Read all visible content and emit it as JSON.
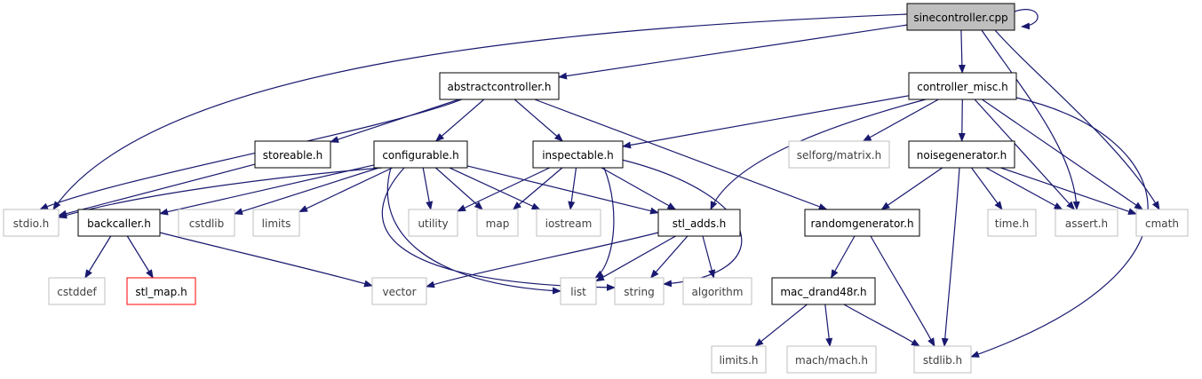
{
  "colors": {
    "edge": "#191970",
    "main_fill": "#bfbfbf",
    "main_stroke": "#000000",
    "documented_stroke": "#000000",
    "undocumented_stroke": "#bfbfbf",
    "missing_stroke": "#ff0000",
    "label_dark": "#000000",
    "label_grey": "#404040"
  },
  "nodes": [
    {
      "id": "sinecontroller",
      "label": "sinecontroller.cpp",
      "kind": "main"
    },
    {
      "id": "abstractcontroller",
      "label": "abstractcontroller.h",
      "kind": "documented"
    },
    {
      "id": "controller_misc",
      "label": "controller_misc.h",
      "kind": "documented"
    },
    {
      "id": "storeable",
      "label": "storeable.h",
      "kind": "documented"
    },
    {
      "id": "configurable",
      "label": "configurable.h",
      "kind": "documented"
    },
    {
      "id": "inspectable",
      "label": "inspectable.h",
      "kind": "documented"
    },
    {
      "id": "selforg_matrix",
      "label": "selforg/matrix.h",
      "kind": "undocumented"
    },
    {
      "id": "noisegenerator",
      "label": "noisegenerator.h",
      "kind": "documented"
    },
    {
      "id": "stdio",
      "label": "stdio.h",
      "kind": "undocumented"
    },
    {
      "id": "backcaller",
      "label": "backcaller.h",
      "kind": "documented"
    },
    {
      "id": "cstdlib",
      "label": "cstdlib",
      "kind": "undocumented"
    },
    {
      "id": "limits1",
      "label": "limits",
      "kind": "undocumented"
    },
    {
      "id": "utility",
      "label": "utility",
      "kind": "undocumented"
    },
    {
      "id": "map",
      "label": "map",
      "kind": "undocumented"
    },
    {
      "id": "iostream",
      "label": "iostream",
      "kind": "undocumented"
    },
    {
      "id": "stl_adds",
      "label": "stl_adds.h",
      "kind": "documented"
    },
    {
      "id": "randomgenerator",
      "label": "randomgenerator.h",
      "kind": "documented"
    },
    {
      "id": "time",
      "label": "time.h",
      "kind": "undocumented"
    },
    {
      "id": "assert",
      "label": "assert.h",
      "kind": "undocumented"
    },
    {
      "id": "cmath",
      "label": "cmath",
      "kind": "undocumented"
    },
    {
      "id": "cstddef",
      "label": "cstddef",
      "kind": "undocumented"
    },
    {
      "id": "stl_map",
      "label": "stl_map.h",
      "kind": "missing"
    },
    {
      "id": "vector",
      "label": "vector",
      "kind": "undocumented"
    },
    {
      "id": "list",
      "label": "list",
      "kind": "undocumented"
    },
    {
      "id": "string",
      "label": "string",
      "kind": "undocumented"
    },
    {
      "id": "algorithm",
      "label": "algorithm",
      "kind": "undocumented"
    },
    {
      "id": "mac_drand48r",
      "label": "mac_drand48r.h",
      "kind": "documented"
    },
    {
      "id": "limits_h",
      "label": "limits.h",
      "kind": "undocumented"
    },
    {
      "id": "mach_mach",
      "label": "mach/mach.h",
      "kind": "undocumented"
    },
    {
      "id": "stdlib",
      "label": "stdlib.h",
      "kind": "undocumented"
    }
  ],
  "edges": [
    [
      "sinecontroller",
      "sinecontroller"
    ],
    [
      "sinecontroller",
      "abstractcontroller"
    ],
    [
      "sinecontroller",
      "controller_misc"
    ],
    [
      "sinecontroller",
      "stdio"
    ],
    [
      "sinecontroller",
      "assert"
    ],
    [
      "sinecontroller",
      "cmath"
    ],
    [
      "abstractcontroller",
      "storeable"
    ],
    [
      "abstractcontroller",
      "configurable"
    ],
    [
      "abstractcontroller",
      "inspectable"
    ],
    [
      "abstractcontroller",
      "randomgenerator"
    ],
    [
      "abstractcontroller",
      "stdio"
    ],
    [
      "controller_misc",
      "inspectable"
    ],
    [
      "controller_misc",
      "selforg_matrix"
    ],
    [
      "controller_misc",
      "noisegenerator"
    ],
    [
      "controller_misc",
      "stl_adds"
    ],
    [
      "controller_misc",
      "assert"
    ],
    [
      "controller_misc",
      "cmath"
    ],
    [
      "controller_misc",
      "stdlib"
    ],
    [
      "storeable",
      "stdio"
    ],
    [
      "configurable",
      "stdio"
    ],
    [
      "configurable",
      "backcaller"
    ],
    [
      "configurable",
      "cstdlib"
    ],
    [
      "configurable",
      "limits1"
    ],
    [
      "configurable",
      "utility"
    ],
    [
      "configurable",
      "map"
    ],
    [
      "configurable",
      "iostream"
    ],
    [
      "configurable",
      "stl_adds"
    ],
    [
      "configurable",
      "list"
    ],
    [
      "configurable",
      "string"
    ],
    [
      "inspectable",
      "utility"
    ],
    [
      "inspectable",
      "map"
    ],
    [
      "inspectable",
      "iostream"
    ],
    [
      "inspectable",
      "stl_adds"
    ],
    [
      "inspectable",
      "list"
    ],
    [
      "inspectable",
      "string"
    ],
    [
      "noisegenerator",
      "randomgenerator"
    ],
    [
      "noisegenerator",
      "time"
    ],
    [
      "noisegenerator",
      "assert"
    ],
    [
      "noisegenerator",
      "cmath"
    ],
    [
      "noisegenerator",
      "stdlib"
    ],
    [
      "backcaller",
      "cstddef"
    ],
    [
      "backcaller",
      "stl_map"
    ],
    [
      "backcaller",
      "vector"
    ],
    [
      "stl_adds",
      "vector"
    ],
    [
      "stl_adds",
      "list"
    ],
    [
      "stl_adds",
      "string"
    ],
    [
      "stl_adds",
      "algorithm"
    ],
    [
      "randomgenerator",
      "mac_drand48r"
    ],
    [
      "randomgenerator",
      "stdlib"
    ],
    [
      "mac_drand48r",
      "limits_h"
    ],
    [
      "mac_drand48r",
      "mach_mach"
    ],
    [
      "mac_drand48r",
      "stdlib"
    ]
  ]
}
